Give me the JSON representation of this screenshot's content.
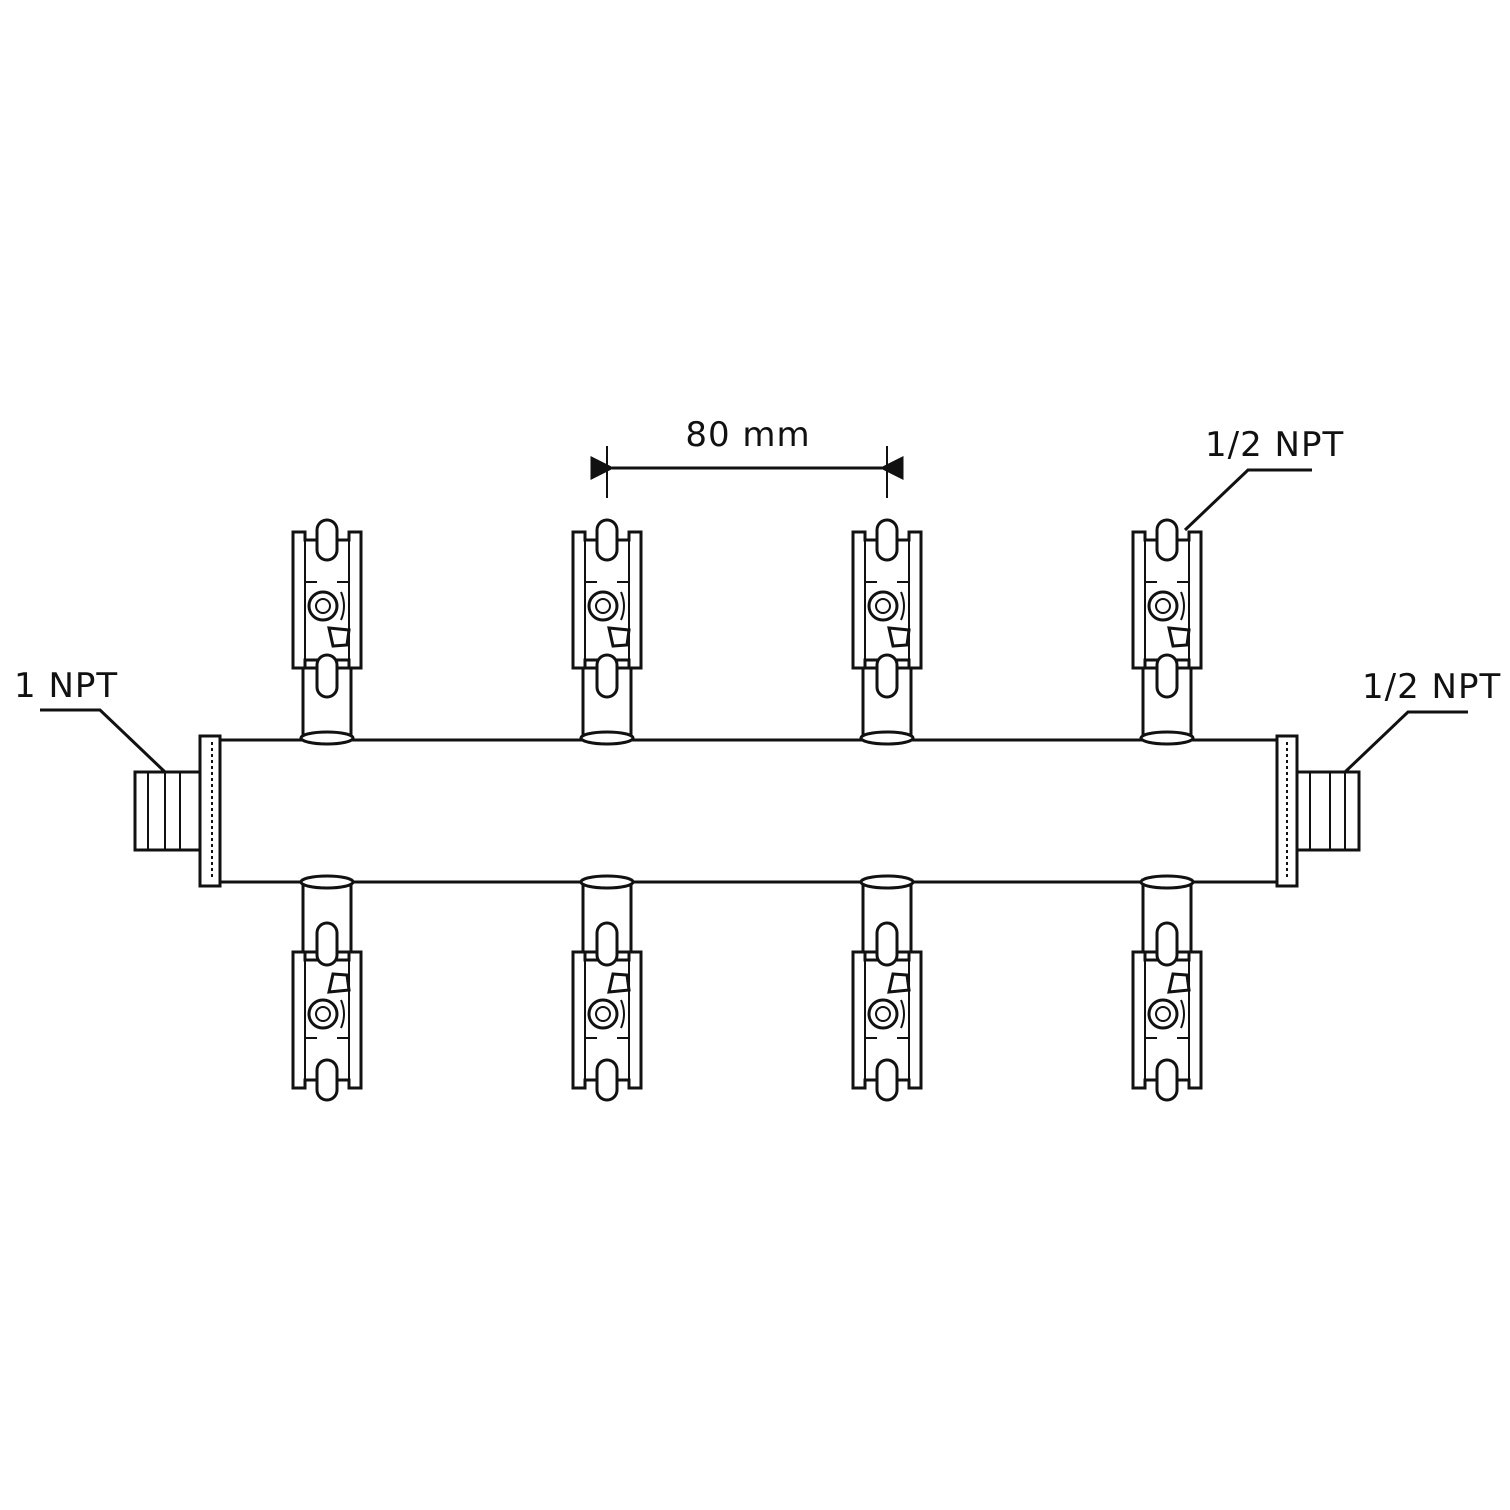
{
  "labels": {
    "inlet_left": "1 NPT",
    "outlet_right": "1/2 NPT",
    "outlet_top_right": "1/2 NPT",
    "spacing": "80 mm"
  },
  "manifold": {
    "outlets_per_side": 4,
    "sides": [
      "top",
      "bottom"
    ]
  },
  "colors": {
    "line": "#111111",
    "background": "#ffffff"
  }
}
